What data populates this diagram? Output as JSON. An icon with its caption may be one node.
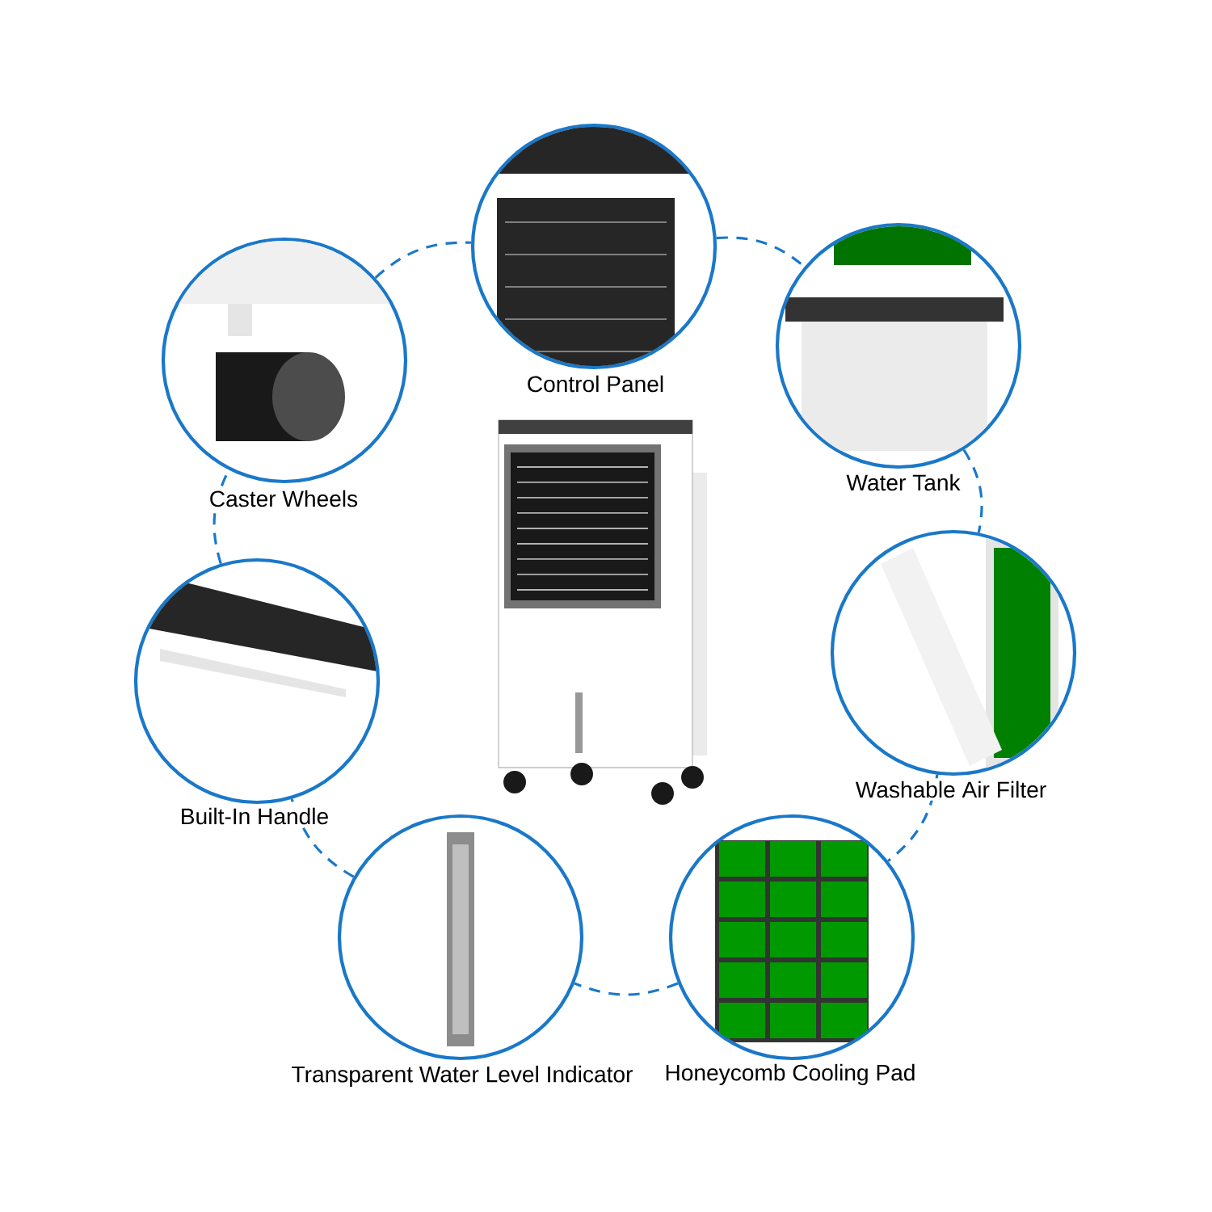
{
  "diagram": {
    "nodes": [
      {
        "text": [
          "Control Panel"
        ]
      },
      {
        "text": [
          "Water Tank"
        ]
      },
      {
        "text": [
          "Washable Air Filter"
        ]
      },
      {
        "text": [
          "Honeycomb Cooling Pad"
        ]
      },
      {
        "text": [
          "Transparent Water Level Indicator"
        ]
      },
      {
        "text": [
          "Built-In Handle"
        ]
      },
      {
        "text": [
          "Caster Wheels"
        ]
      }
    ],
    "edges": [
      {
        "from": 0,
        "to": 1,
        "arrow": "none",
        "style": "dashed"
      },
      {
        "from": 1,
        "to": 2,
        "arrow": "none",
        "style": "dashed"
      },
      {
        "from": 2,
        "to": 3,
        "arrow": "none",
        "style": "dashed"
      },
      {
        "from": 3,
        "to": 4,
        "arrow": "none",
        "style": "dashed"
      },
      {
        "from": 4,
        "to": 5,
        "arrow": "none",
        "style": "dashed"
      },
      {
        "from": 5,
        "to": 6,
        "arrow": "none",
        "style": "dashed"
      },
      {
        "from": 6,
        "to": 0,
        "arrow": "none",
        "style": "dashed"
      }
    ]
  }
}
